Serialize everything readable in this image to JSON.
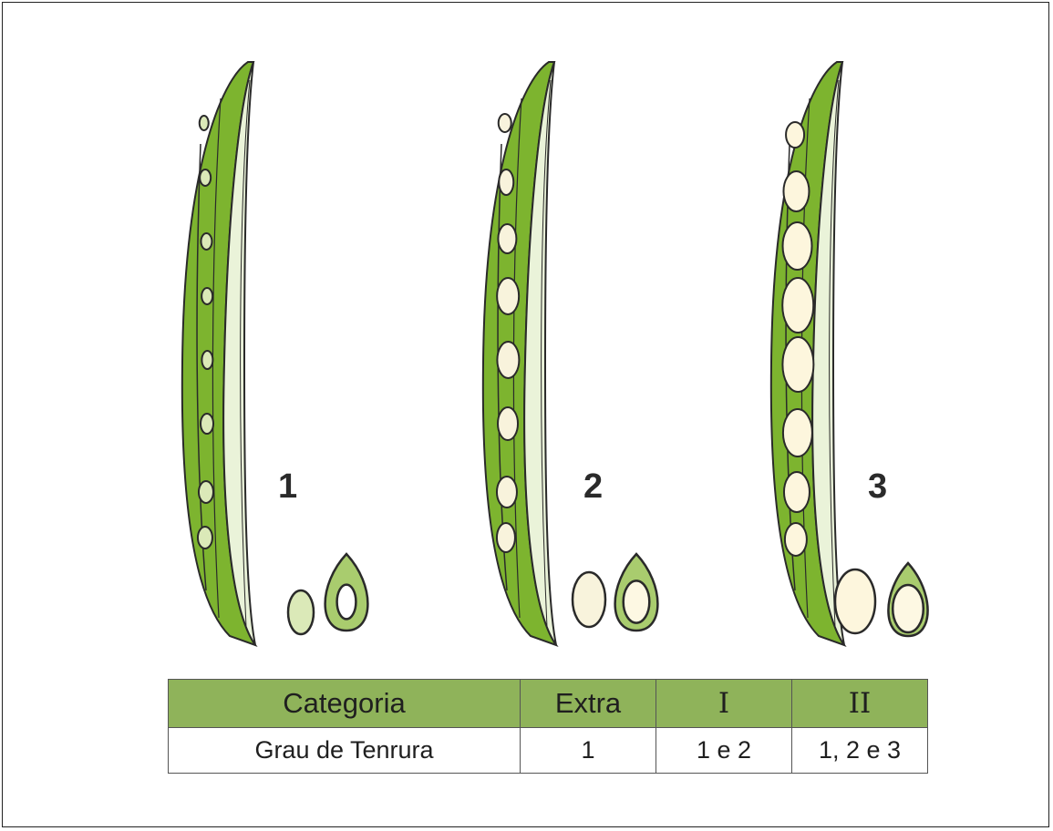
{
  "stages": [
    {
      "number": "1",
      "maturity": 0
    },
    {
      "number": "2",
      "maturity": 1
    },
    {
      "number": "3",
      "maturity": 2
    }
  ],
  "colors": {
    "pod_green": "#7db42f",
    "pod_light": "#eaf3d9",
    "seed_young": "#dbe9b8",
    "seed_mid": "#f8f3dc",
    "seed_mature": "#fdf6dd",
    "table_header": "#8fb35a",
    "outline": "#2a2a2a"
  },
  "table": {
    "header": [
      "Categoria",
      "Extra",
      "I",
      "II"
    ],
    "row": [
      "Grau de Tenrura",
      "1",
      "1 e 2",
      "1, 2 e 3"
    ]
  }
}
